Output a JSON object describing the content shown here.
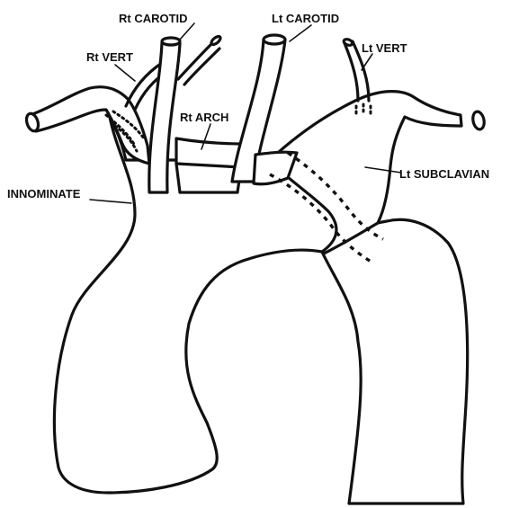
{
  "labels": {
    "rt_carotid": "Rt CAROTID",
    "lt_carotid": "Lt CAROTID",
    "rt_vert": "Rt VERT",
    "lt_vert": "Lt VERT",
    "rt_arch": "Rt ARCH",
    "innominate": "INNOMINATE",
    "lt_subclavian": "Lt SUBCLAVIAN"
  }
}
